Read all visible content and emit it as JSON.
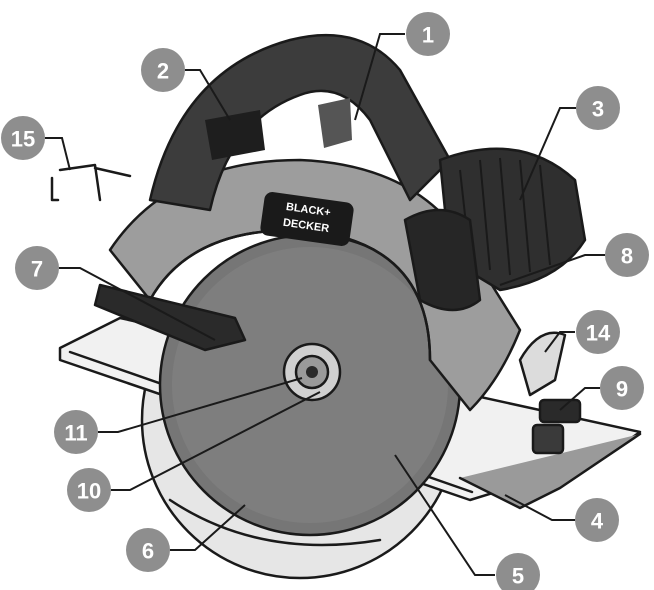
{
  "brand": {
    "line1": "BLACK+",
    "line2": "DECKER"
  },
  "colors": {
    "body": "#6b6b6b",
    "body_dark": "#2b2b2b",
    "blade": "#7a7a7a",
    "guard": "#d9d9d9",
    "callout": "#8e8e8e"
  },
  "callouts": [
    {
      "id": "1",
      "label": "1"
    },
    {
      "id": "2",
      "label": "2"
    },
    {
      "id": "3",
      "label": "3"
    },
    {
      "id": "4",
      "label": "4"
    },
    {
      "id": "5",
      "label": "5"
    },
    {
      "id": "6",
      "label": "6"
    },
    {
      "id": "7",
      "label": "7"
    },
    {
      "id": "8",
      "label": "8"
    },
    {
      "id": "9",
      "label": "9"
    },
    {
      "id": "10",
      "label": "10"
    },
    {
      "id": "11",
      "label": "11"
    },
    {
      "id": "14",
      "label": "14"
    },
    {
      "id": "15",
      "label": "15"
    }
  ]
}
